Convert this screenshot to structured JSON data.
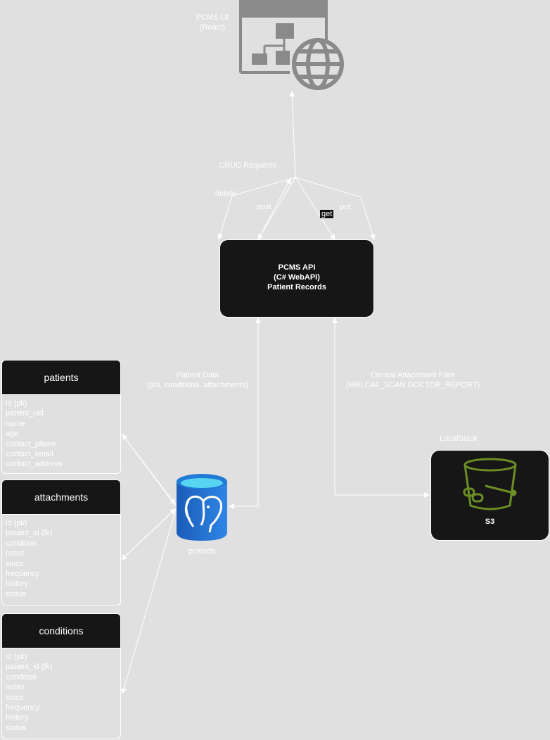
{
  "frontend": {
    "title": "PCMS-UI",
    "subtitle": "(React)",
    "icon": "web-app-icon"
  },
  "requests": {
    "title": "CRUD Requests",
    "delete": "delete",
    "post": "post",
    "get": "get",
    "put": "put"
  },
  "api": {
    "line1": "PCMS API",
    "line2": "(C# WebAPI)",
    "line3": "Patient Records"
  },
  "patient_data_label": {
    "line1": "Patient Data",
    "line2": "(phi, conditions, attachments)"
  },
  "files_label": {
    "line1": "Clinical Attachment Files",
    "line2": "(MRI,CAT_SCAN,DOCTOR_REPORT)"
  },
  "storage": {
    "provider": "LocalStack",
    "name": "S3",
    "icon": "s3-bucket-icon"
  },
  "database": {
    "name": "pcmsdb",
    "icon": "postgresql-icon"
  },
  "tables": [
    {
      "name": "patients",
      "fields": [
        "id (pk)",
        "patient_uid",
        "name",
        "age",
        "contact_phone",
        "contact_email",
        "contact_address"
      ]
    },
    {
      "name": "attachments",
      "fields": [
        "id (pk)",
        "patient_id (fk)",
        "condition",
        "notes",
        "since",
        "frequency",
        "history",
        "status"
      ]
    },
    {
      "name": "conditions",
      "fields": [
        "id (pk)",
        "patient_id (fk)",
        "condition",
        "notes",
        "since",
        "frequency",
        "history",
        "status"
      ]
    }
  ],
  "colors": {
    "background": "#e0e0e0",
    "box_fill": "#161616",
    "line": "#ffffff",
    "ui_icon": "#8a8a8a",
    "s3_icon": "#6b8e23",
    "postgres_blue": "#1f6fd0"
  }
}
